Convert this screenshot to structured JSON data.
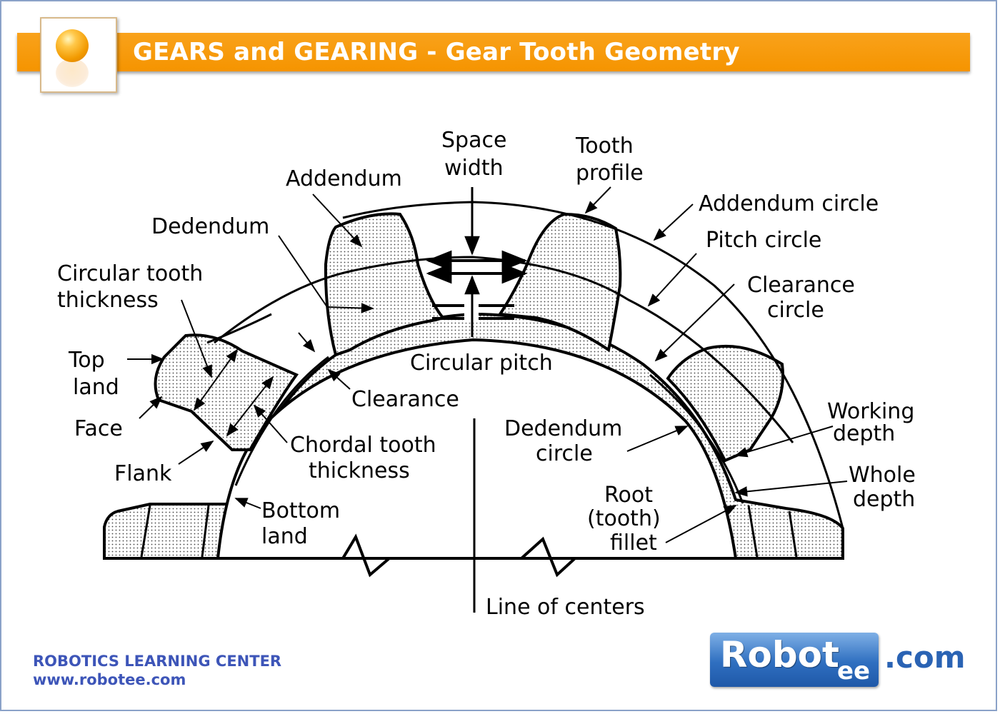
{
  "header": {
    "title": "GEARS and GEARING - Gear Tooth Geometry"
  },
  "labels": {
    "space_width_1": "Space",
    "space_width_2": "width",
    "tooth_profile_1": "Tooth",
    "tooth_profile_2": "profile",
    "addendum": "Addendum",
    "addendum_circle": "Addendum circle",
    "dedendum": "Dedendum",
    "pitch_circle": "Pitch circle",
    "circular_tooth_thickness_1": "Circular tooth",
    "circular_tooth_thickness_2": "thickness",
    "clearance_circle_1": "Clearance",
    "clearance_circle_2": "circle",
    "top_land_1": "Top",
    "top_land_2": "land",
    "circular_pitch": "Circular pitch",
    "clearance": "Clearance",
    "face": "Face",
    "chordal_tooth_thickness_1": "Chordal tooth",
    "chordal_tooth_thickness_2": "thickness",
    "dedendum_circle_1": "Dedendum",
    "dedendum_circle_2": "circle",
    "working_depth_1": "Working",
    "working_depth_2": "depth",
    "flank": "Flank",
    "whole_depth_1": "Whole",
    "whole_depth_2": "depth",
    "root_fillet_1": "Root",
    "root_fillet_2": "(tooth)",
    "root_fillet_3": "fillet",
    "bottom_land_1": "Bottom",
    "bottom_land_2": "land",
    "line_of_centers": "Line of centers"
  },
  "footer": {
    "org_name": "ROBOTICS LEARNING CENTER",
    "org_url": "www.robotee.com",
    "brand_main": "Robot",
    "brand_sub": "ee",
    "brand_domain": ".com"
  },
  "colors": {
    "title_bar": "#f59e0b",
    "footer_text": "#3d55b8",
    "brand_blue": "#2f6fc0"
  }
}
